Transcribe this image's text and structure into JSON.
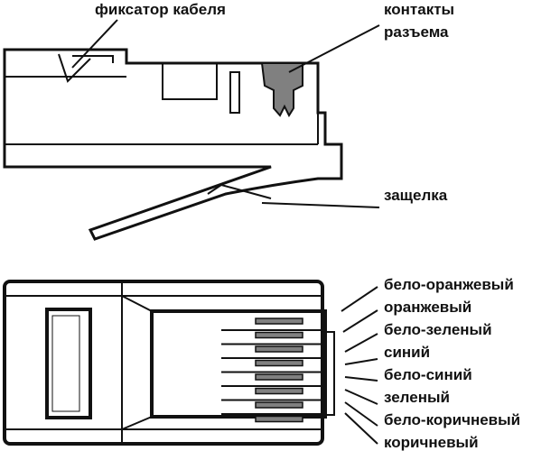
{
  "top": {
    "cable_clamp_label": "фиксатор кабеля",
    "contacts_label_line1": "контакты",
    "contacts_label_line2": "разъема",
    "latch_label": "защелка"
  },
  "bottom": {
    "wires": [
      "бело-оранжевый",
      "оранжевый",
      "бело-зеленый",
      "синий",
      "бело-синий",
      "зеленый",
      "бело-коричневый",
      "коричневый"
    ]
  },
  "colors": {
    "line": "#111111",
    "contact": "#808080"
  }
}
